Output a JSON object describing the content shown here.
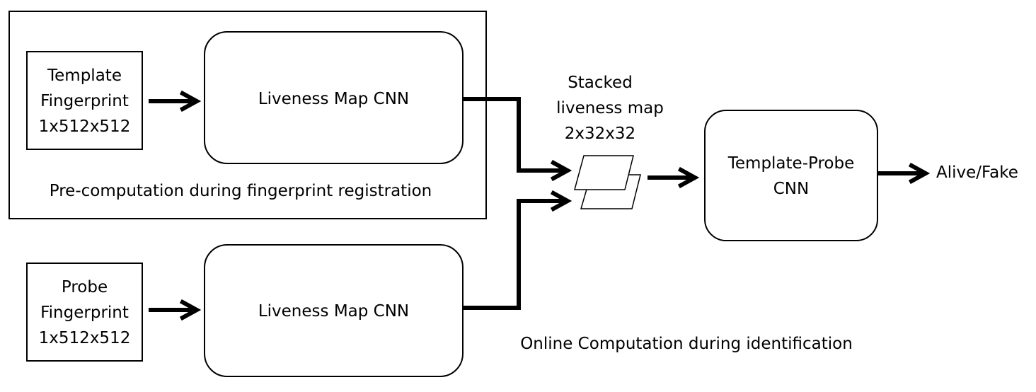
{
  "template_input": {
    "lines": [
      "Template",
      "Fingerprint",
      "1x512x512"
    ]
  },
  "probe_input": {
    "lines": [
      "Probe",
      "Fingerprint",
      "1x512x512"
    ]
  },
  "liveness_cnn_top": {
    "label": "Liveness Map CNN"
  },
  "liveness_cnn_bottom": {
    "label": "Liveness Map CNN"
  },
  "precompute_caption": "Pre-computation during fingerprint registration",
  "stacked_map": {
    "lines": [
      "Stacked",
      "liveness map",
      "2x32x32"
    ]
  },
  "template_probe_cnn": {
    "lines": [
      "Template-Probe",
      "CNN"
    ]
  },
  "output_label": "Alive/Fake",
  "online_caption": "Online Computation during identification"
}
